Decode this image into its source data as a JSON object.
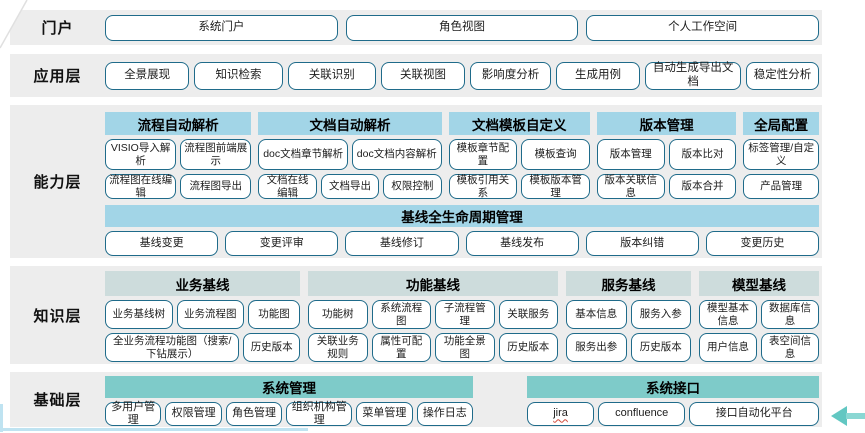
{
  "colors": {
    "band_bg": "#ededed",
    "header_blue": "#a2d5e7",
    "header_pale": "#cddcdc",
    "header_teal": "#7ecbc9",
    "button_border": "#1f6b8a",
    "accent_line": "#bfe3f1",
    "arrow": "#62c7c2"
  },
  "portal": {
    "label": "门户",
    "buttons": [
      "系统门户",
      "角色视图",
      "个人工作空间"
    ]
  },
  "application": {
    "label": "应用层",
    "buttons": [
      "全景展现",
      "知识检索",
      "关联识别",
      "关联视图",
      "影响度分析",
      "生成用例",
      "自动生成导出文档",
      "稳定性分析"
    ]
  },
  "capability": {
    "label": "能力层",
    "groups": [
      {
        "header": "流程自动解析",
        "row1": [
          "VISIO导入解析",
          "流程图前端展示"
        ],
        "row2": [
          "流程图在线编辑",
          "流程图导出"
        ]
      },
      {
        "header": "文档自动解析",
        "row1": [
          "doc文档章节解析",
          "doc文档内容解析"
        ],
        "row2": [
          "文档在线编辑",
          "文档导出",
          "权限控制"
        ]
      },
      {
        "header": "文档模板自定义",
        "row1": [
          "模板章节配置",
          "模板查询"
        ],
        "row2": [
          "模板引用关系",
          "模板版本管理"
        ]
      },
      {
        "header": "版本管理",
        "row1": [
          "版本管理",
          "版本比对"
        ],
        "row2": [
          "版本关联信息",
          "版本合并"
        ]
      },
      {
        "header": "全局配置",
        "row1": [
          "标签管理/自定义"
        ],
        "row2": [
          "产品管理"
        ]
      }
    ],
    "baseline": {
      "header": "基线全生命周期管理",
      "buttons": [
        "基线变更",
        "变更评审",
        "基线修订",
        "基线发布",
        "版本纠错",
        "变更历史"
      ]
    }
  },
  "knowledge": {
    "label": "知识层",
    "groups": [
      {
        "header": "业务基线",
        "row1": [
          "业务基线树",
          "业务流程图",
          "功能图"
        ],
        "row2": [
          "全业务流程功能图（搜索/下钻展示）",
          "历史版本"
        ]
      },
      {
        "header": "功能基线",
        "row1": [
          "功能树",
          "系统流程图",
          "子流程管理",
          "关联服务"
        ],
        "row2": [
          "关联业务规则",
          "属性可配置",
          "功能全景图",
          "历史版本"
        ]
      },
      {
        "header": "服务基线",
        "row1": [
          "基本信息",
          "服务入参"
        ],
        "row2": [
          "服务出参",
          "历史版本"
        ]
      },
      {
        "header": "模型基线",
        "row1": [
          "模型基本信息",
          "数据库信息"
        ],
        "row2": [
          "用户信息",
          "表空间信息"
        ]
      }
    ]
  },
  "foundation": {
    "label": "基础层",
    "groups": [
      {
        "header": "系统管理",
        "buttons": [
          "多用户管理",
          "权限管理",
          "角色管理",
          "组织机构管理",
          "菜单管理",
          "操作日志"
        ]
      },
      {
        "header": "系统接口",
        "buttons": [
          "jira",
          "confluence",
          "接口自动化平台"
        ]
      }
    ]
  }
}
